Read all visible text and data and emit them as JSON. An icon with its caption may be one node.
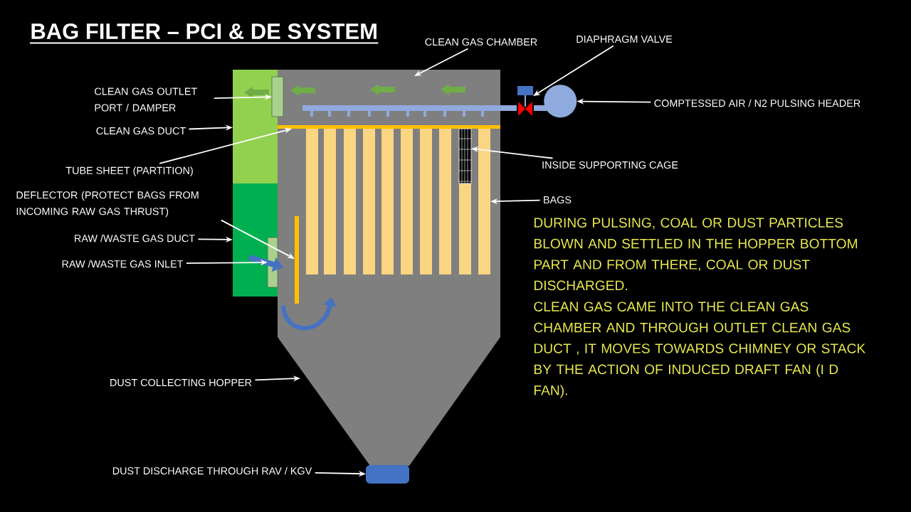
{
  "diagram": {
    "title": "BAG FILTER – PCI & DE SYSTEM",
    "nodes": [
      {
        "text": [
          "CLEAN GAS CHAMBER"
        ]
      },
      {
        "text": [
          "DIAPHRAGM VALVE"
        ]
      },
      {
        "text": [
          "CLEAN GAS OUTLET PORT / DAMPER"
        ]
      },
      {
        "text": [
          "COMPTESSED AIR / N2 PULSING HEADER"
        ]
      },
      {
        "text": [
          "CLEAN GAS DUCT"
        ]
      },
      {
        "text": [
          "INSIDE SUPPORTING CAGE"
        ]
      },
      {
        "text": [
          "TUBE SHEET (PARTITION)"
        ]
      },
      {
        "text": [
          "BAGS"
        ]
      },
      {
        "text": [
          "DEFLECTOR (PROTECT BAGS FROM INCOMING RAW GAS THRUST)"
        ]
      },
      {
        "text": [
          "RAW /WASTE GAS DUCT"
        ]
      },
      {
        "text": [
          "RAW /WASTE GAS INLET"
        ]
      },
      {
        "text": [
          "DUST COLLECTING HOPPER"
        ]
      },
      {
        "text": [
          "DUST DISCHARGE THROUGH RAV / KGV"
        ]
      },
      {
        "text": [],
        "shape": "box"
      },
      {
        "text": [],
        "shape": "box"
      },
      {
        "text": [],
        "shape": "box"
      },
      {
        "text": [],
        "shape": "bar"
      },
      {
        "text": [],
        "shape": "bar",
        "in": 14
      },
      {
        "text": [],
        "shape": "valve"
      },
      {
        "text": [],
        "shape": "circle"
      },
      {
        "text": [],
        "shape": "bar",
        "in": 15
      },
      {
        "text": [],
        "shape": "bar",
        "in": 15
      },
      {
        "text": [],
        "shape": "bar",
        "in": 15
      },
      {
        "text": [],
        "shape": "bar",
        "in": 15
      },
      {
        "text": [],
        "shape": "bar",
        "in": 15
      },
      {
        "text": [],
        "shape": "bar",
        "in": 15
      },
      {
        "text": [],
        "shape": "bar",
        "in": 15
      },
      {
        "text": [],
        "shape": "bar",
        "in": 15
      },
      {
        "text": [],
        "shape": "bar",
        "in": 15
      },
      {
        "text": [],
        "shape": "bar",
        "in": 15
      },
      {
        "text": [],
        "shape": "bar",
        "in": 15
      },
      {
        "text": [],
        "shape": "bar",
        "in": 15
      },
      {
        "text": [],
        "shape": "box"
      }
    ],
    "edges": [
      {
        "from": 0,
        "to": 15,
        "arrow": "to"
      },
      {
        "from": 1,
        "to": 18,
        "arrow": "to"
      },
      {
        "from": 2,
        "to": 16,
        "arrow": "to"
      },
      {
        "from": 3,
        "to": 19,
        "arrow": "to"
      },
      {
        "from": 4,
        "to": 13,
        "arrow": "to"
      },
      {
        "from": 5,
        "to": 29,
        "arrow": "to"
      },
      {
        "from": 6,
        "to": 20,
        "arrow": "to"
      },
      {
        "from": 7,
        "to": 30,
        "arrow": "to"
      },
      {
        "from": 8,
        "to": 31,
        "arrow": "to"
      },
      {
        "from": 9,
        "to": 14,
        "arrow": "to"
      },
      {
        "from": 10,
        "to": 17,
        "arrow": "to"
      },
      {
        "from": 11,
        "to": 15,
        "arrow": "to"
      },
      {
        "from": 12,
        "to": 32,
        "arrow": "to"
      }
    ],
    "labels": [
      "DURING PULSING, COAL OR DUST PARTICLES BLOWN AND SETTLED IN THE HOPPER BOTTOM PART AND FROM THERE, COAL OR DUST DISCHARGED.",
      "CLEAN GAS CAME INTO THE CLEAN GAS CHAMBER AND THROUGH OUTLET CLEAN GAS DUCT , IT MOVES TOWARDS CHIMNEY OR STACK BY THE ACTION OF INDUCED DRAFT FAN (I D FAN)."
    ]
  }
}
